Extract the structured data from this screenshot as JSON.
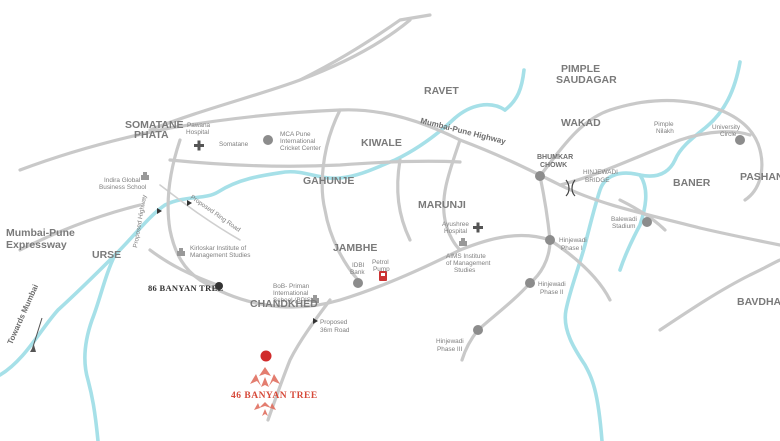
{
  "areas": {
    "ravet": "RAVET",
    "pimple_saudagar_1": "PIMPLE",
    "pimple_saudagar_2": "SAUDAGAR",
    "wakad": "WAKAD",
    "somatane_phata_1": "SOMATANE",
    "somatane_phata_2": "PHATA",
    "kiwale": "KIWALE",
    "gahunje": "GAHUNJE",
    "marunji": "MARUNJI",
    "jambhe": "JAMBHE",
    "urse": "URSE",
    "chandkhed": "CHANDKHED",
    "baner": "BANER",
    "pashan": "PASHAN",
    "bavdhan": "BAVDHAN",
    "expressway_1": "Mumbai-Pune",
    "expressway_2": "Expressway"
  },
  "roads": {
    "highway": "Mumbai-Pune Highway",
    "towards_mumbai": "Towards Mumbai",
    "proposed_ring_road": "Proposed Ring Road",
    "proposed_36m_road_1": "Proposed",
    "proposed_36m_road_2": "36m Road",
    "hinjewadi_bridge_1": "HINJEWADI",
    "hinjewadi_bridge_2": "BRIDGE",
    "proposed_highway": "Proposed Highway"
  },
  "landmarks": {
    "pawana_hospital_1": "Pawana",
    "pawana_hospital_2": "Hospital",
    "somatane": "Somatane",
    "mca_1": "MCA Pune",
    "mca_2": "International",
    "mca_3": "Cricket Center",
    "indira_1": "Indira Global",
    "indira_2": "Business School",
    "kirloskar_1": "Kirloskar Institute of",
    "kirloskar_2": "Management Studies",
    "bpis_1": "BoB- Priman",
    "bpis_2": "International",
    "bpis_3": "School (BPIS)",
    "idbi_1": "IDBI",
    "idbi_2": "Bank",
    "petrol_1": "Petrol",
    "petrol_2": "Pump",
    "ayushree_1": "Ayushree",
    "ayushree_2": "Hospital",
    "aims_1": "AIMS Institute",
    "aims_2": "of Management",
    "aims_3": "Studies",
    "bhumkar_1": "BHUMKAR",
    "bhumkar_2": "CHOWK",
    "hinjewadi_1_a": "Hinjewadi",
    "hinjewadi_1_b": "Phase I",
    "hinjewadi_2_a": "Hinjewadi",
    "hinjewadi_2_b": "Phase II",
    "hinjewadi_3_a": "Hinjewadi",
    "hinjewadi_3_b": "Phase III",
    "balewadi_1": "Balewadi",
    "balewadi_2": "Stadium",
    "pimple_nilakh_1": "Pimple",
    "pimple_nilakh_2": "Nilakh",
    "university_1": "University",
    "university_2": "Circle"
  },
  "projects": {
    "banyan_86": "86 BANYAN TREE",
    "banyan_46": "46 BANYAN TREE"
  },
  "colors": {
    "road": "#c9c9c9",
    "river": "#a6e0e8",
    "landmark_dot": "#8c8c8c",
    "project_red": "#d02b2b",
    "project_dot": "#333333"
  }
}
